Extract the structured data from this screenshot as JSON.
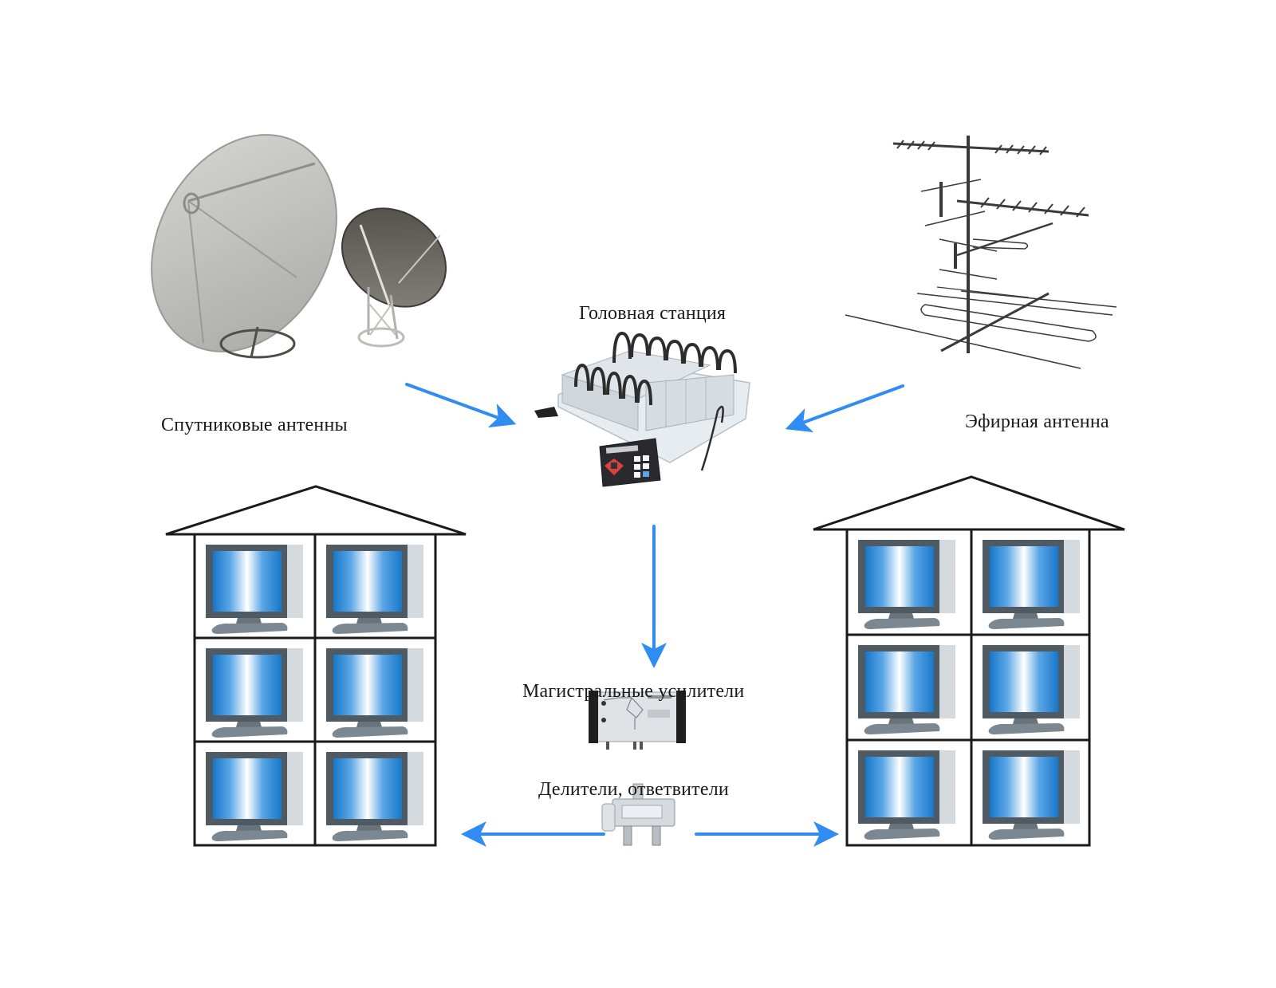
{
  "diagram": {
    "title": "Cable TV distribution network",
    "accent_color": "#2f8cf2",
    "nodes": {
      "satellite": {
        "label": "Спутниковые антенны",
        "icon": "satellite-dish-icon"
      },
      "terrestrial": {
        "label": "Эфирная антенна",
        "icon": "tv-antenna-icon"
      },
      "headend": {
        "label": "Головная станция",
        "icon": "headend-station-icon"
      },
      "amplifiers": {
        "label": "Магистральные усилители",
        "icon": "trunk-amplifier-icon"
      },
      "splitters": {
        "label": "Делители, ответвители",
        "icon": "splitter-icon"
      },
      "building_left": {
        "floors": 3,
        "apartments_per_floor": 2,
        "icon": "building-icon"
      },
      "building_right": {
        "floors": 3,
        "apartments_per_floor": 2,
        "icon": "building-icon"
      }
    },
    "edges": [
      {
        "from": "satellite",
        "to": "headend"
      },
      {
        "from": "terrestrial",
        "to": "headend"
      },
      {
        "from": "headend",
        "to": "amplifiers"
      },
      {
        "from": "splitters",
        "to": "building_left"
      },
      {
        "from": "splitters",
        "to": "building_right"
      }
    ]
  }
}
